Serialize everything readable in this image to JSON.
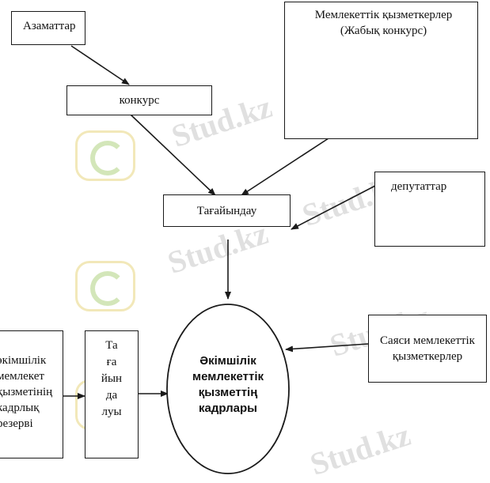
{
  "nodes": {
    "azamattar": "Азаматтар",
    "state_employees": "Мемлекеттік қызметкерлер (Жабық конкурс)",
    "konkurs": "конкурс",
    "deputies": "депутаттар",
    "tagaindau": "Тағайындау",
    "political_employees": "Саяси мемлекеттік қызметкерлер",
    "reserve": [
      "әкімшілік",
      "мемлекет",
      "қызметінің",
      "кадрлық",
      "резерві"
    ],
    "appointment_vertical": [
      "Та",
      "ға",
      "йын",
      "да",
      "луы"
    ],
    "cadres": "Әкімшілік мемлекеттік қызметтің кадрлары"
  },
  "watermark": "Stud.kz"
}
